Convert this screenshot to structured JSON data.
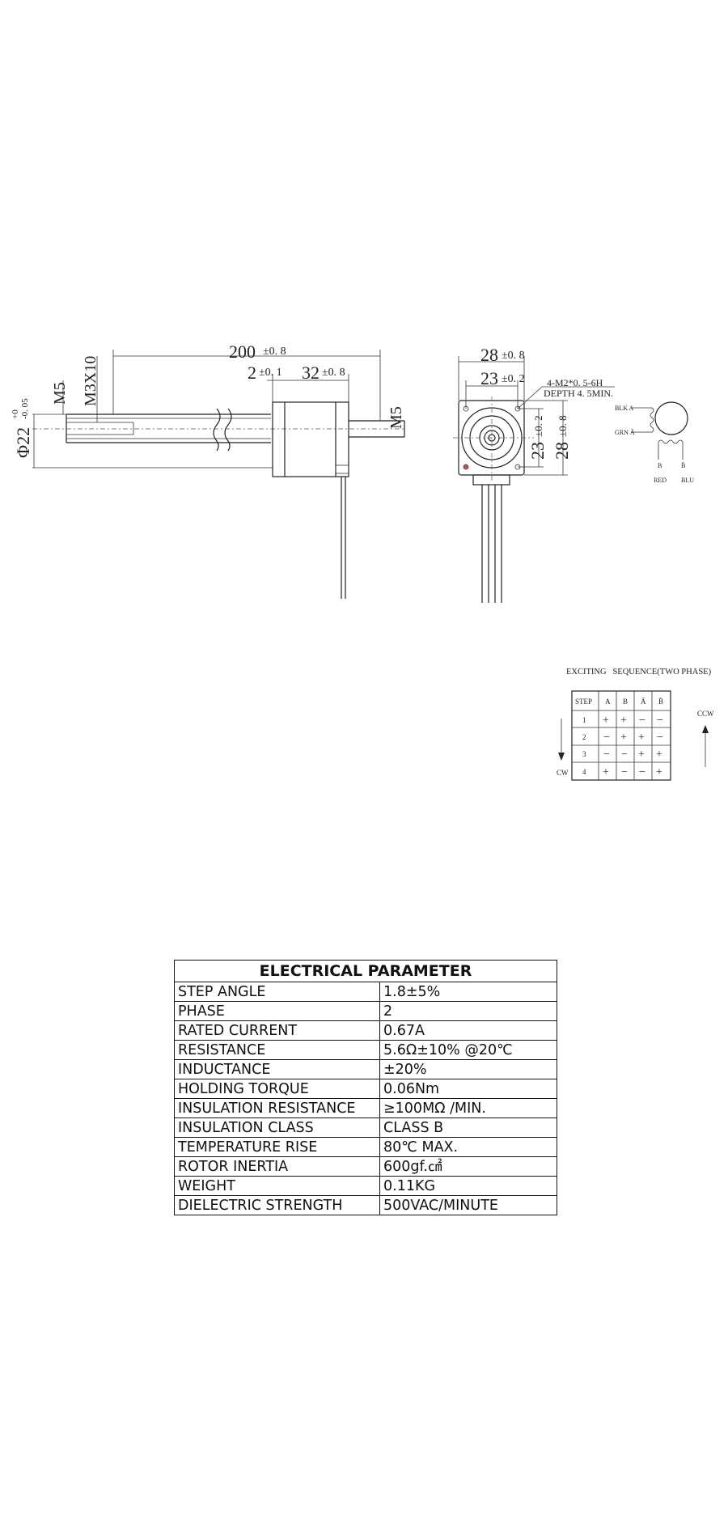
{
  "side_view": {
    "dim_total": "200",
    "dim_total_tol": "±0. 8",
    "dim_gap": "2",
    "dim_gap_tol": "±0. 1",
    "dim_body": "32",
    "dim_body_tol": "±0. 8",
    "dim_dia": "Φ22",
    "dim_dia_tol_upper": "+0",
    "dim_dia_tol_lower": "-0. 05",
    "thread_left": "M5",
    "thread_hole": "M3X10",
    "thread_right": "M5"
  },
  "front_view": {
    "dim_outer_w": "28",
    "dim_outer_w_tol": "±0. 8",
    "dim_inner_w": "23",
    "dim_inner_w_tol": "±0. 2",
    "dim_inner_h": "23",
    "dim_inner_h_tol": "±0. 2",
    "dim_outer_h": "28",
    "dim_outer_h_tol": "±0. 8",
    "hole_note_1": "4-M2*0. 5-6H",
    "hole_note_2": "DEPTH 4. 5MIN."
  },
  "wiring": {
    "label_blk": "BLK A",
    "label_grn": "GRN Ā",
    "label_b": "B",
    "label_bbar": "B̄",
    "label_red": "RED",
    "label_blu": "BLU"
  },
  "sequence": {
    "title": "EXCITING   SEQUENCE(TWO PHASE)",
    "headers": [
      "STEP",
      "A",
      "B",
      "Ā",
      "B̄"
    ],
    "rows": [
      [
        "1",
        "+",
        "+",
        "−",
        "−"
      ],
      [
        "2",
        "−",
        "+",
        "+",
        "−"
      ],
      [
        "3",
        "−",
        "−",
        "+",
        "+"
      ],
      [
        "4",
        "+",
        "−",
        "−",
        "+"
      ]
    ],
    "cw": "CW",
    "ccw": "CCW"
  },
  "electrical": {
    "title": "ELECTRICAL PARAMETER",
    "rows": [
      [
        "STEP ANGLE",
        "1.8±5%"
      ],
      [
        "PHASE",
        "2"
      ],
      [
        "RATED CURRENT",
        "0.67A"
      ],
      [
        "RESISTANCE",
        "5.6Ω±10% @20℃"
      ],
      [
        "INDUCTANCE",
        "±20%"
      ],
      [
        "HOLDING TORQUE",
        "0.06Nm"
      ],
      [
        "INSULATION RESISTANCE",
        "≥100MΩ /MIN."
      ],
      [
        "INSULATION CLASS",
        "CLASS B"
      ],
      [
        "TEMPERATURE RISE",
        "80℃ MAX."
      ],
      [
        "ROTOR INERTIA",
        "600gf.㎠"
      ],
      [
        "WEIGHT",
        "0.11KG"
      ],
      [
        "DIELECTRIC STRENGTH",
        "500VAC/MINUTE"
      ]
    ]
  }
}
